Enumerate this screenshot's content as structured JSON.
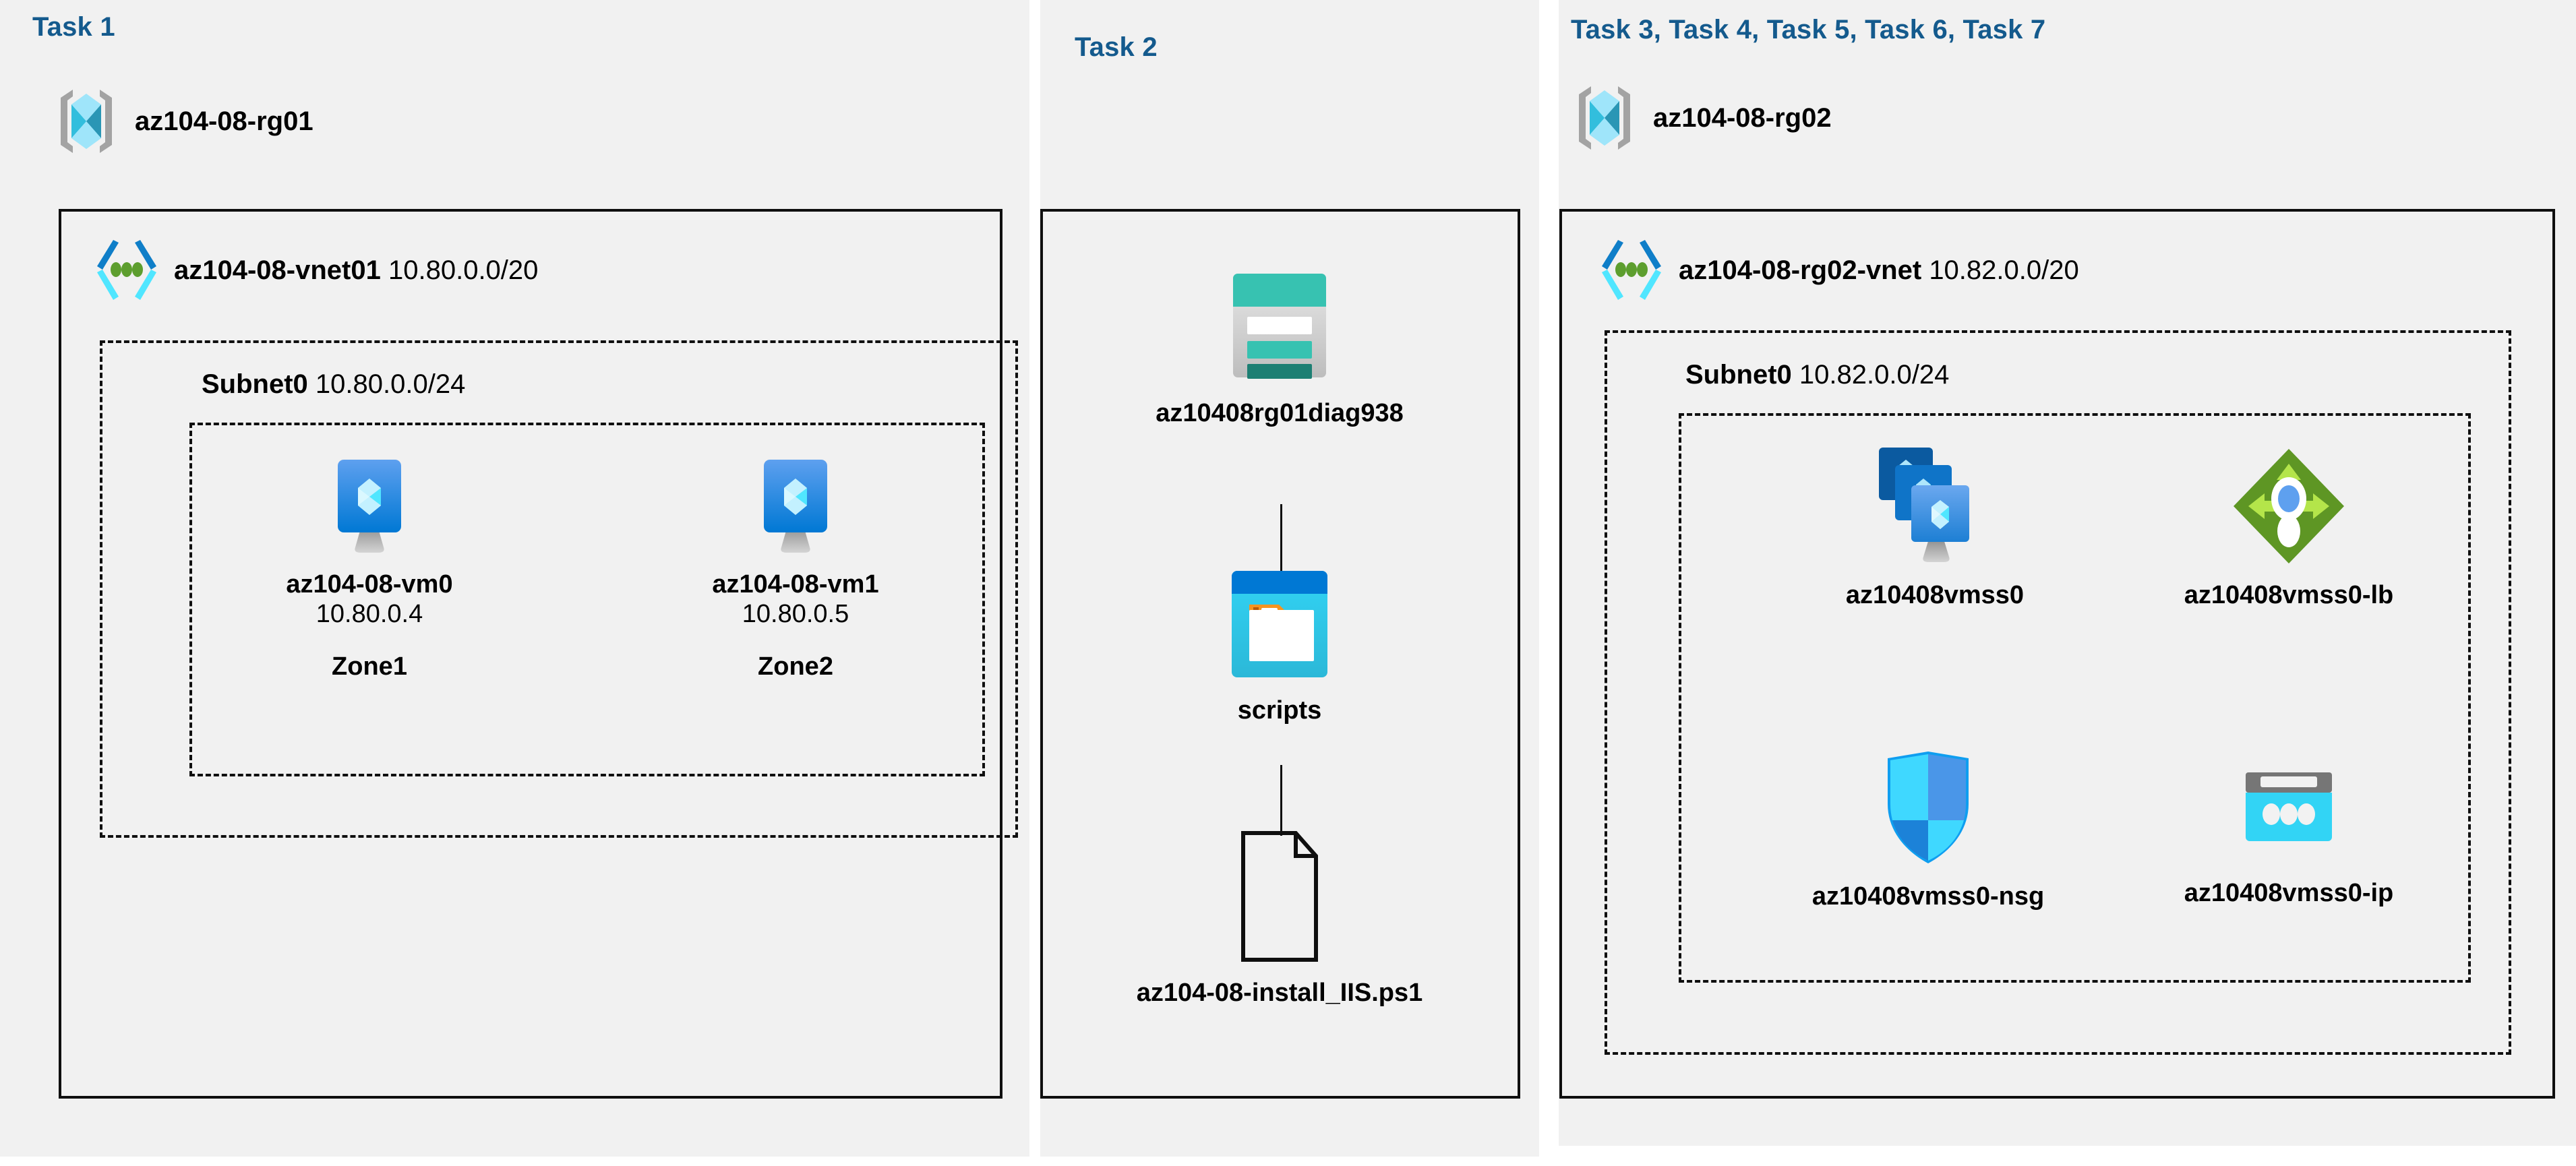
{
  "columns": [
    {
      "task_label": "Task 1",
      "resource_group": {
        "name": "az104-08-rg01",
        "icon": "resource-group-icon"
      },
      "vnet": {
        "name": "az104-08-vnet01",
        "cidr": "10.80.0.0/20",
        "icon": "virtual-network-icon"
      },
      "subnet": {
        "name": "Subnet0",
        "cidr": "10.80.0.0/24"
      },
      "vms": [
        {
          "name": "az104-08-vm0",
          "ip": "10.80.0.4",
          "zone": "Zone1",
          "icon": "virtual-machine-icon"
        },
        {
          "name": "az104-08-vm1",
          "ip": "10.80.0.5",
          "zone": "Zone2",
          "icon": "virtual-machine-icon"
        }
      ]
    },
    {
      "task_label": "Task 2",
      "items": [
        {
          "name": "az10408rg01diag938",
          "icon": "storage-account-icon"
        },
        {
          "name": "scripts",
          "icon": "blob-container-icon"
        },
        {
          "name": "az104-08-install_IIS.ps1",
          "icon": "file-icon"
        }
      ]
    },
    {
      "task_label": "Task 3, Task 4, Task 5, Task 6, Task 7",
      "resource_group": {
        "name": "az104-08-rg02",
        "icon": "resource-group-icon"
      },
      "vnet": {
        "name": "az104-08-rg02-vnet",
        "cidr": "10.82.0.0/20",
        "icon": "virtual-network-icon"
      },
      "subnet": {
        "name": "Subnet0",
        "cidr": "10.82.0.0/24"
      },
      "resources": [
        {
          "name": "az10408vmss0",
          "icon": "vm-scale-set-icon"
        },
        {
          "name": "az10408vmss0-lb",
          "icon": "load-balancer-icon"
        },
        {
          "name": "az10408vmss0-nsg",
          "icon": "network-security-group-icon"
        },
        {
          "name": "az10408vmss0-ip",
          "icon": "public-ip-address-icon"
        }
      ]
    }
  ],
  "colors": {
    "task_label": "#145a8d",
    "panel_background": "#f1f1f1",
    "border": "#0f0f0f",
    "azure_blue": "#0078d4",
    "azure_cyan": "#32bedd",
    "storage_teal": "#37c2b1",
    "lb_green": "#5e9624"
  }
}
